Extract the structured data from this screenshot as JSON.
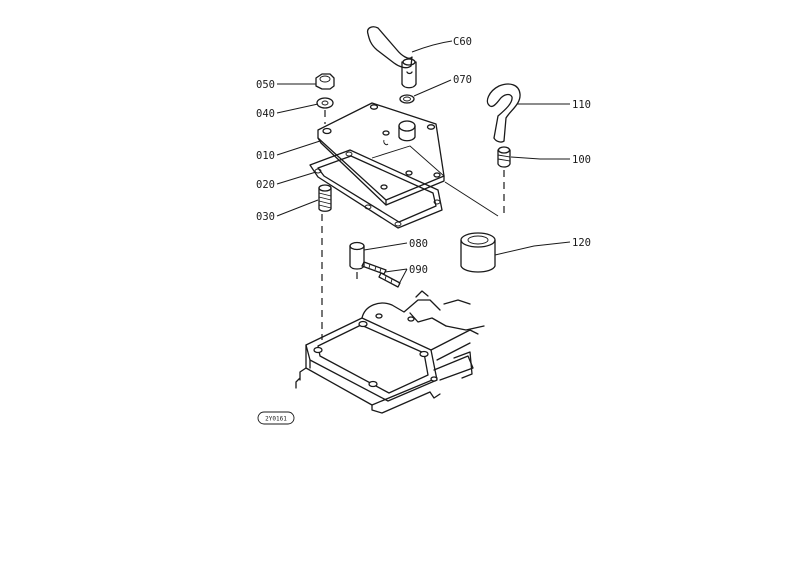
{
  "labels": {
    "p010": "010",
    "p020": "020",
    "p030": "030",
    "p040": "040",
    "p050": "050",
    "p060": "C60",
    "p070": "070",
    "p080": "080",
    "p090": "090",
    "p100": "100",
    "p110": "110",
    "p120": "120"
  },
  "reference_code": "2Y0161"
}
